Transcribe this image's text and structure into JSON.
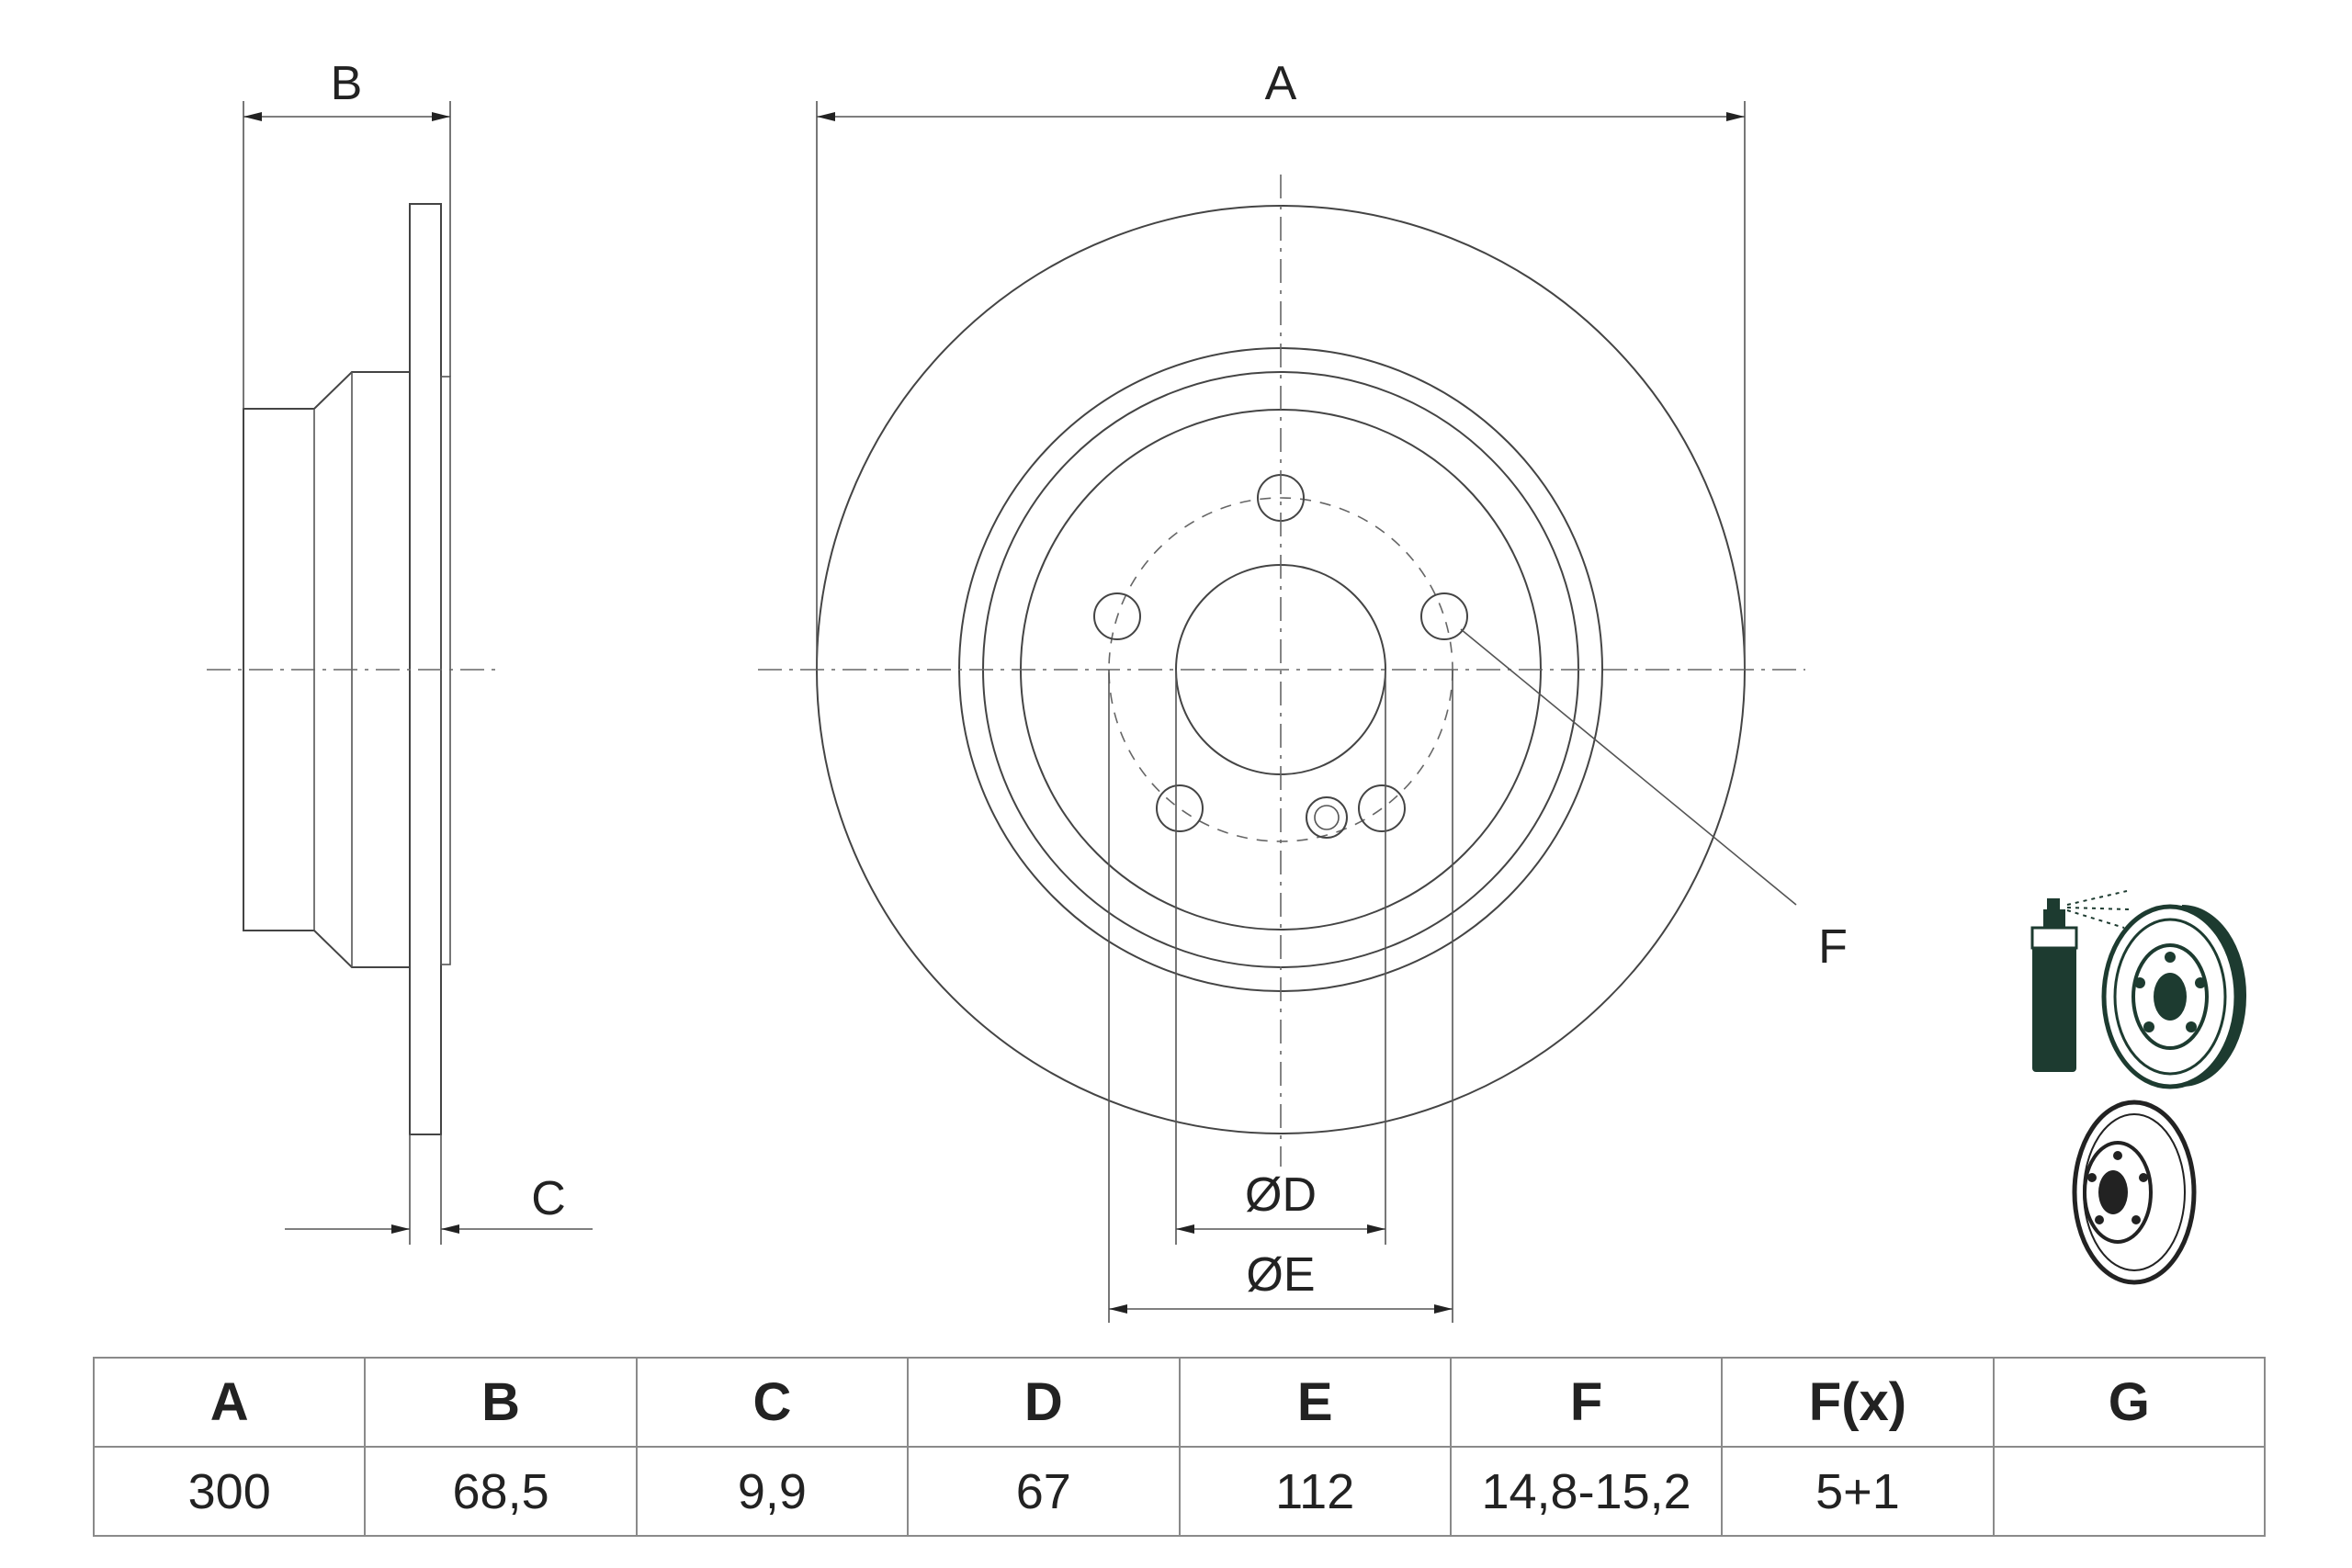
{
  "dimension_labels": {
    "a": "A",
    "b": "B",
    "c": "C",
    "d": "ØD",
    "e": "ØE",
    "f": "F"
  },
  "table": {
    "headers": [
      "A",
      "B",
      "C",
      "D",
      "E",
      "F",
      "F(x)",
      "G"
    ],
    "values": [
      "300",
      "68,5",
      "9,9",
      "67",
      "112",
      "14,8-15,2",
      "5+1",
      ""
    ]
  },
  "icons": [
    "spray-can-icon",
    "brake-disc-coated-icon",
    "brake-disc-icon"
  ],
  "colors": {
    "line": "#444444",
    "icon": "#1d3b30"
  }
}
